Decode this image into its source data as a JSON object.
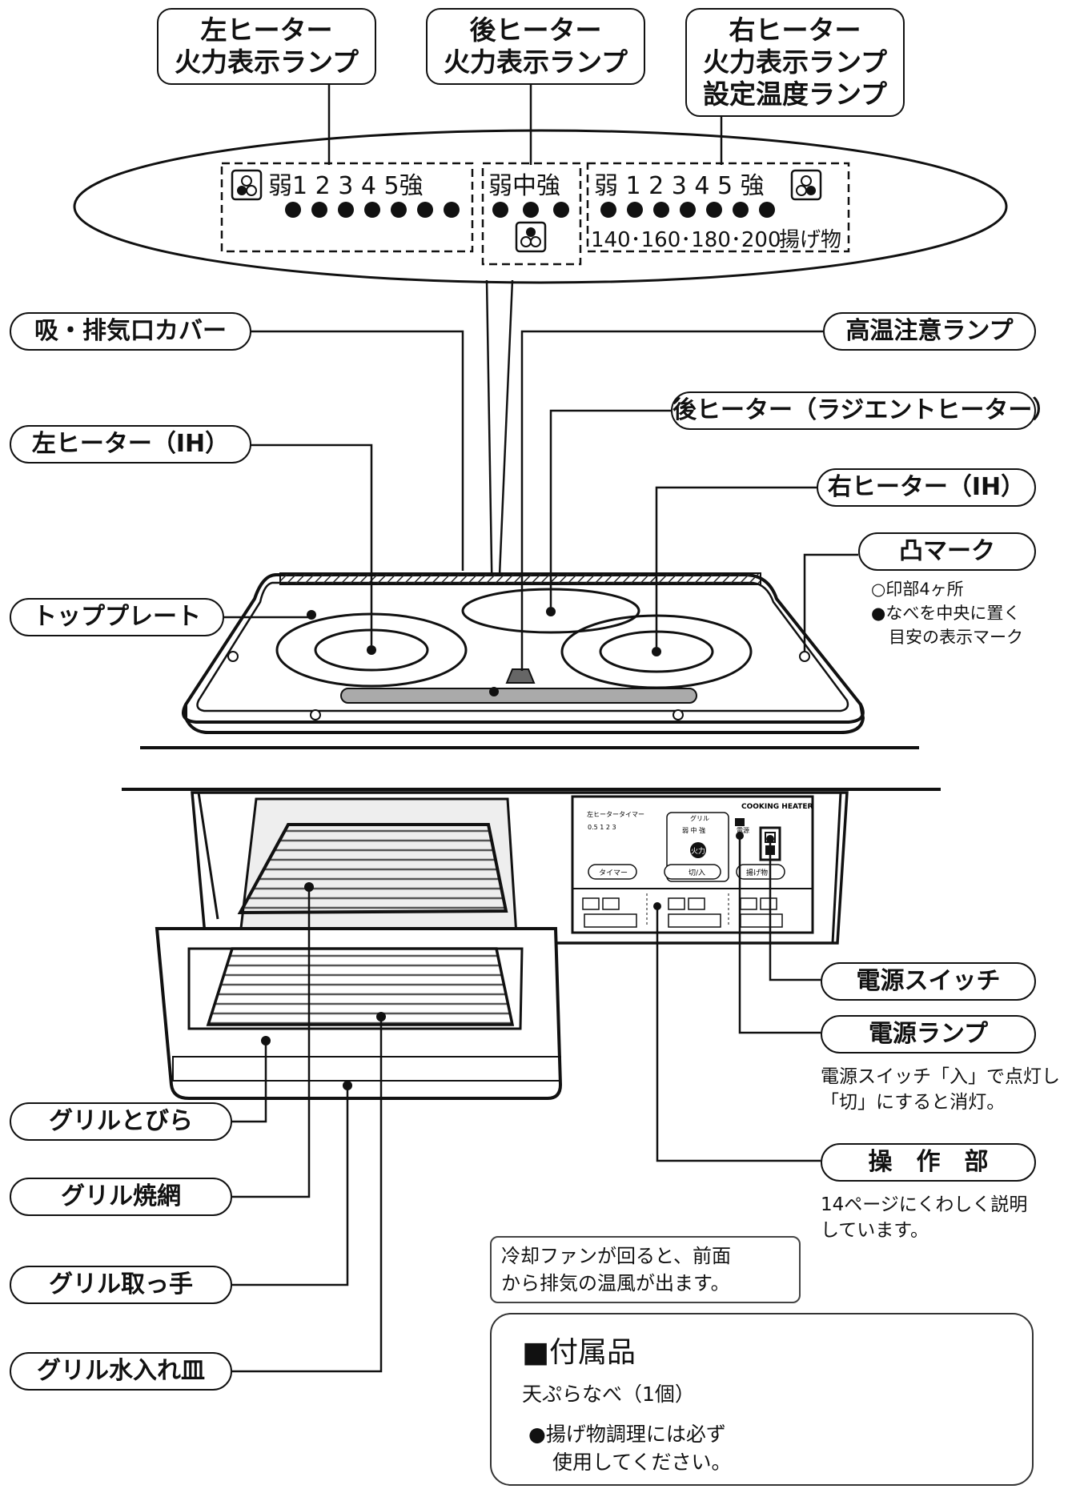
{
  "top_labels": {
    "left": [
      "左ヒーター",
      "火力表示ランプ"
    ],
    "rear": [
      "後ヒーター",
      "火力表示ランプ"
    ],
    "right": [
      "右ヒーター",
      "火力表示ランプ",
      "設定温度ランプ"
    ]
  },
  "panel": {
    "left_scale": "弱1 2 3 4 5強",
    "mid_scale": "弱中強",
    "right_scale": "弱 1 2 3 4 5 強",
    "temps": "140･160･180･200",
    "fry": "揚げ物"
  },
  "callouts": {
    "intake_cover": "吸・排気口カバー",
    "left_heater": "左ヒーター（IH）",
    "top_plate": "トッププレート",
    "high_temp_lamp": "高温注意ランプ",
    "rear_heater": "後ヒーター（ラジエントヒーター）",
    "right_heater": "右ヒーター（IH）",
    "mark": "凸マーク",
    "grill_door": "グリルとびら",
    "grill_net": "グリル焼網",
    "grill_handle": "グリル取っ手",
    "grill_tray": "グリル水入れ皿",
    "power_switch": "電源スイッチ",
    "power_lamp": "電源ランプ",
    "control": "操　作　部"
  },
  "notes": {
    "mark_1": "○印部4ヶ所",
    "mark_2": "●なべを中央に置く",
    "mark_3": "目安の表示マーク",
    "power_lamp_1": "電源スイッチ「入」で点灯し",
    "power_lamp_2": "「切」にすると消灯。",
    "control_1": "14ページにくわしく説明",
    "control_2": "しています。"
  },
  "fan_note": [
    "冷却ファンが回ると、前面",
    "から排気の温風が出ます。"
  ],
  "accessory": {
    "title": "■付属品",
    "item": "天ぷらなべ（1個）",
    "note_1": "●揚げ物調理には必ず",
    "note_2": "使用してください。"
  },
  "control_panel": {
    "brand": "COOKING HEATER",
    "timer": "左ヒータータイマー",
    "timer_scale": "0.5 1 2 3",
    "grill": "グリル",
    "grill_levels": "弱 中 強",
    "fire": "火力",
    "timer_btn": "タイマー",
    "onoff": "切/入",
    "power": "電源",
    "fry_btn": "揚げ物"
  }
}
